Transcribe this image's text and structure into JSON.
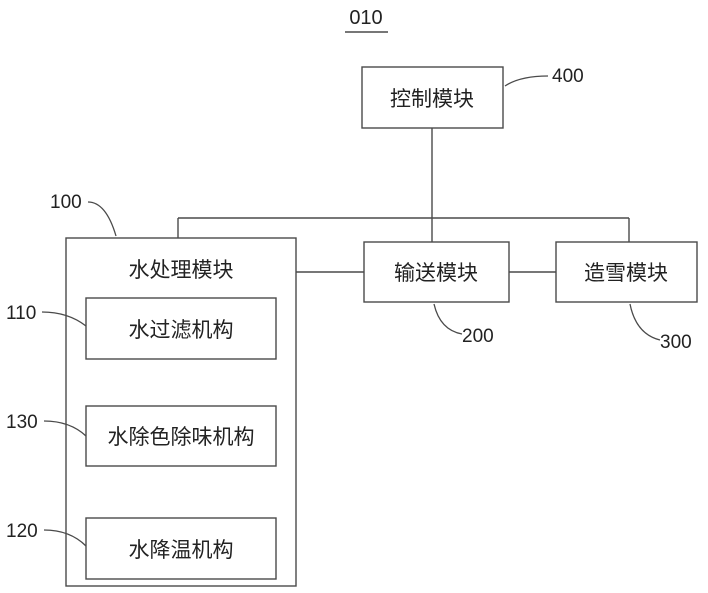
{
  "figure_number": "010",
  "modules": {
    "control": {
      "label": "控制模块",
      "ref": "400"
    },
    "water_treatment": {
      "label": "水处理模块",
      "ref": "100"
    },
    "transport": {
      "label": "输送模块",
      "ref": "200"
    },
    "snowmaking": {
      "label": "造雪模块",
      "ref": "300"
    },
    "water_filter": {
      "label": "水过滤机构",
      "ref": "110"
    },
    "decolor_deodor": {
      "label": "水除色除味机构",
      "ref": "130"
    },
    "water_cooling": {
      "label": "水降温机构",
      "ref": "120"
    }
  }
}
